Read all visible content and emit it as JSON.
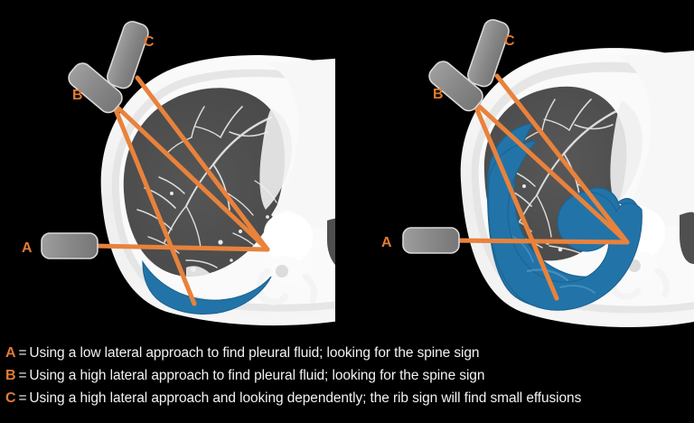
{
  "figure": {
    "title": "Ultrasound probe approaches for pleural fluid on axial chest CT",
    "background_color": "#000000"
  },
  "colors": {
    "beam_orange": "#e8823c",
    "label_orange": "#e07b35",
    "effusion_blue": "#2274a8",
    "effusion_blue_dark": "#1c6493",
    "probe_gray": "#8c8c8c",
    "probe_gray_light": "#a6a6a6",
    "probe_outline": "#d8d8d8",
    "chest_wall_white": "#f4f4f4",
    "lung_gray": "#4a4a4a",
    "bone_white": "#ffffff",
    "text_white": "#f2f2f2"
  },
  "panels": [
    {
      "id": "left",
      "name": "small-effusion-ct",
      "description": "Axial chest CT with a small dependent pleural effusion",
      "probes": [
        {
          "key": "A",
          "label": "A",
          "approach": "low lateral",
          "orientation": "horizontal"
        },
        {
          "key": "B",
          "label": "B",
          "approach": "high lateral",
          "orientation": "oblique"
        },
        {
          "key": "C",
          "label": "C",
          "approach": "high lateral dependent",
          "orientation": "steep-oblique"
        }
      ],
      "beam_lines": 4,
      "effusion_size": "small"
    },
    {
      "id": "right",
      "name": "large-effusion-ct",
      "description": "Axial chest CT with a large pleural effusion and compressed lung",
      "probes": [
        {
          "key": "A",
          "label": "A",
          "approach": "low lateral",
          "orientation": "horizontal"
        },
        {
          "key": "B",
          "label": "B",
          "approach": "high lateral",
          "orientation": "oblique"
        },
        {
          "key": "C",
          "label": "C",
          "approach": "high lateral dependent",
          "orientation": "steep-oblique"
        }
      ],
      "beam_lines": 4,
      "effusion_size": "large"
    }
  ],
  "legend": {
    "separator": "=",
    "rows": [
      {
        "key": "A",
        "text": "Using a low lateral approach to find pleural fluid; looking for the spine sign"
      },
      {
        "key": "B",
        "text": "Using a high lateral approach to find pleural fluid; looking for the spine sign"
      },
      {
        "key": "C",
        "text": "Using a high lateral approach and looking dependently; the rib sign will find small effusions"
      }
    ]
  }
}
